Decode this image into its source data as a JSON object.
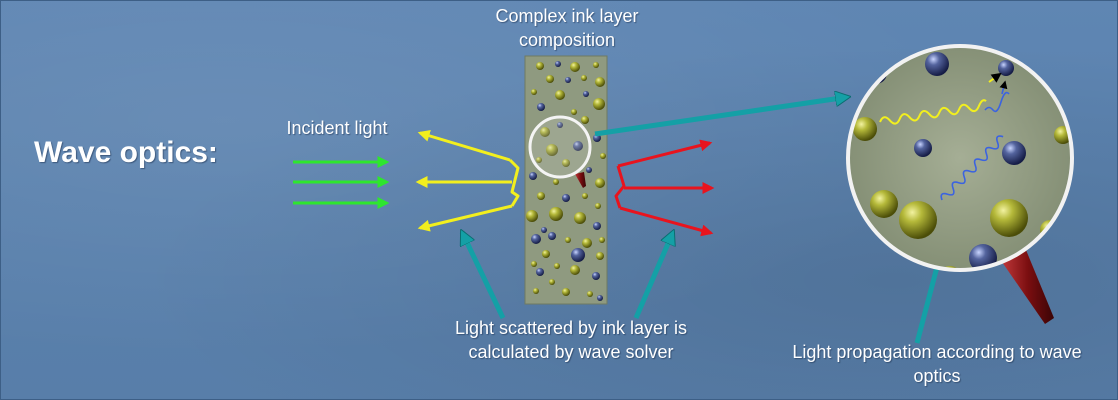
{
  "slide": {
    "title": "Wave optics:",
    "labels": {
      "incident_light": "Incident light",
      "ink_layer": "Complex ink layer composition",
      "scattered": "Light scattered by ink layer is calculated by wave solver",
      "propagation": "Light propagation according to wave optics"
    }
  },
  "colors": {
    "background": "#5a81ad",
    "incident_arrows": "#2ee62e",
    "reflected_arrows": "#f2ef1e",
    "transmitted_arrows": "#e8141e",
    "pointer_arrows": "#14a0a6",
    "ink_layer_fill": "#8f9a80",
    "large_particles": "#8b8f1c",
    "small_particles": "#3a4a86",
    "magnifier_handle": "#7a0e10"
  }
}
